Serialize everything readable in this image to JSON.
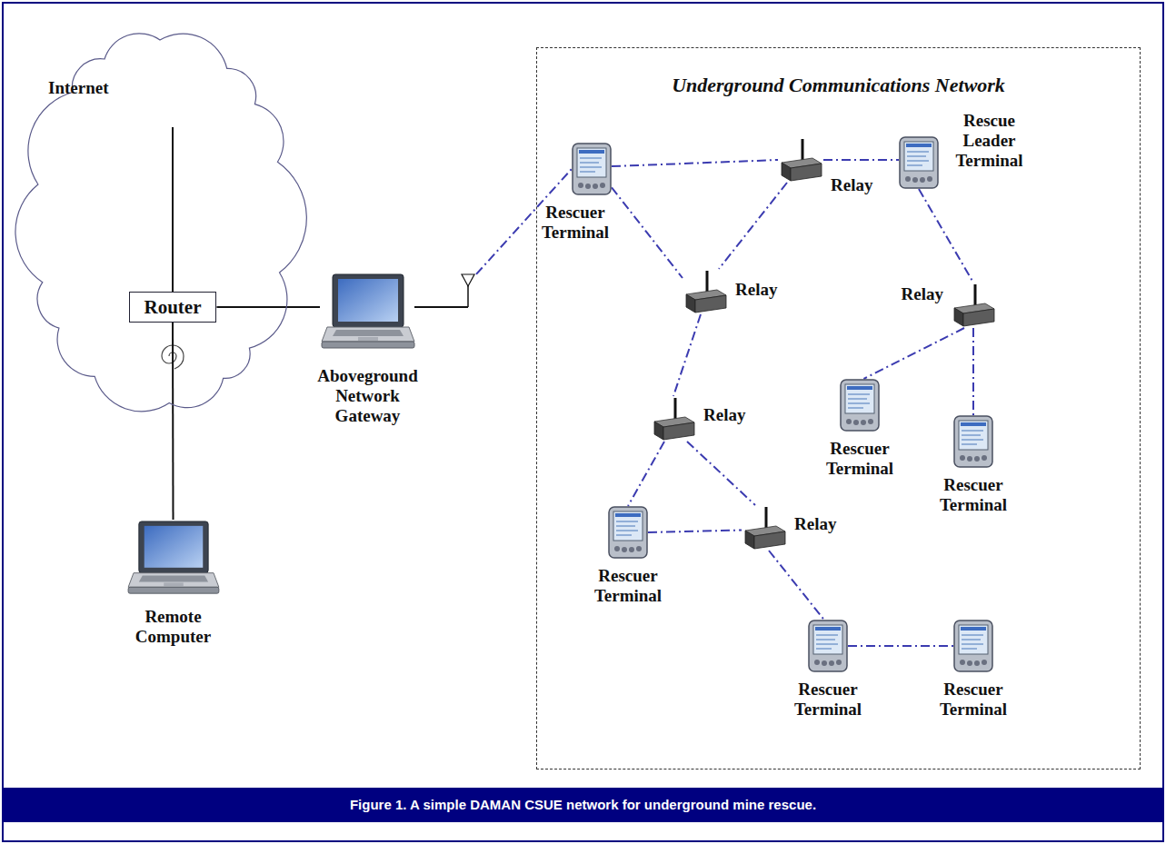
{
  "diagram": {
    "caption": "Figure 1. A simple DAMAN CSUE network for underground mine rescue.",
    "nodes": [
      {
        "text": [
          "Internet"
        ]
      },
      {
        "text": [
          "Router"
        ],
        "in": 0
      },
      {
        "text": [
          "Remote Computer"
        ]
      },
      {
        "text": [
          "Aboveground Network Gateway"
        ]
      },
      {
        "text": [
          "Underground Communications Network"
        ]
      },
      {
        "text": [
          "Rescuer Terminal"
        ],
        "in": 4
      },
      {
        "text": [
          "Relay"
        ],
        "in": 4
      },
      {
        "text": [
          "Rescue Leader Terminal"
        ],
        "in": 4
      },
      {
        "text": [
          "Relay"
        ],
        "in": 4
      },
      {
        "text": [
          "Relay"
        ],
        "in": 4
      },
      {
        "text": [
          "Rescuer Terminal"
        ],
        "in": 4
      },
      {
        "text": [
          "Rescuer Terminal"
        ],
        "in": 4
      },
      {
        "text": [
          "Relay"
        ],
        "in": 4
      },
      {
        "text": [
          "Rescuer Terminal"
        ],
        "in": 4
      },
      {
        "text": [
          "Relay"
        ],
        "in": 4
      },
      {
        "text": [
          "Rescuer Terminal"
        ],
        "in": 4
      },
      {
        "text": [
          "Rescuer Terminal"
        ],
        "in": 4
      }
    ],
    "edges": [
      {
        "from": 1,
        "to": 3,
        "arrow": "none"
      },
      {
        "from": 1,
        "to": 2,
        "arrow": "none"
      },
      {
        "from": 3,
        "to": 5,
        "arrow": "none"
      },
      {
        "from": 5,
        "to": 6,
        "arrow": "none"
      },
      {
        "from": 6,
        "to": 7,
        "arrow": "none"
      },
      {
        "from": 5,
        "to": 8,
        "arrow": "none"
      },
      {
        "from": 6,
        "to": 8,
        "arrow": "none"
      },
      {
        "from": 7,
        "to": 9,
        "arrow": "none"
      },
      {
        "from": 9,
        "to": 10,
        "arrow": "none"
      },
      {
        "from": 9,
        "to": 11,
        "arrow": "none"
      },
      {
        "from": 8,
        "to": 12,
        "arrow": "none"
      },
      {
        "from": 12,
        "to": 13,
        "arrow": "none"
      },
      {
        "from": 12,
        "to": 14,
        "arrow": "none"
      },
      {
        "from": 13,
        "to": 14,
        "arrow": "none"
      },
      {
        "from": 14,
        "to": 15,
        "arrow": "none"
      },
      {
        "from": 15,
        "to": 16,
        "arrow": "none"
      }
    ]
  }
}
